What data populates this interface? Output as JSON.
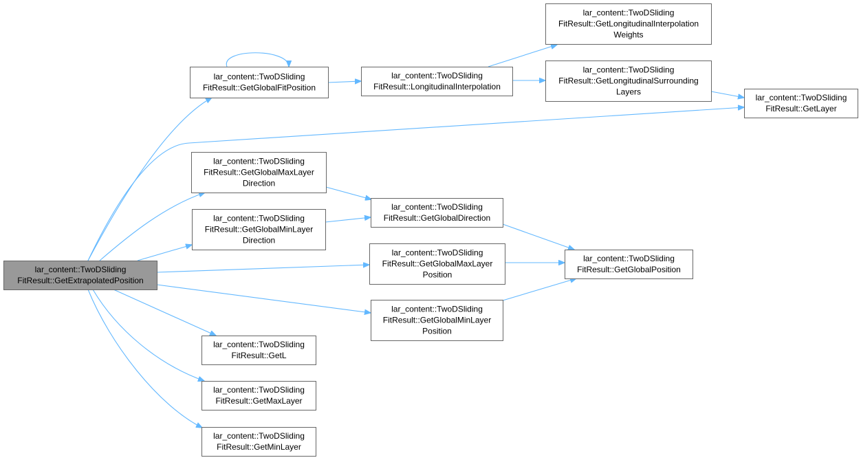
{
  "diagram": {
    "type": "call-graph",
    "root": "n_extrap",
    "colors": {
      "edge": "#63b8ff",
      "node_border": "#666666",
      "node_fill": "#ffffff",
      "current_node_fill": "#999999",
      "text": "#000000"
    },
    "nodes": [
      {
        "id": "n_extrap",
        "lines": [
          "lar_content::TwoDSliding",
          "FitResult::GetExtrapolatedPosition"
        ],
        "current": true
      },
      {
        "id": "n_gfp",
        "lines": [
          "lar_content::TwoDSliding",
          "FitResult::GetGlobalFitPosition"
        ]
      },
      {
        "id": "n_li",
        "lines": [
          "lar_content::TwoDSliding",
          "FitResult::LongitudinalInterpolation"
        ]
      },
      {
        "id": "n_liw",
        "lines": [
          "lar_content::TwoDSliding",
          "FitResult::GetLongitudinalInterpolation",
          "Weights"
        ]
      },
      {
        "id": "n_lsl",
        "lines": [
          "lar_content::TwoDSliding",
          "FitResult::GetLongitudinalSurrounding",
          "Layers"
        ]
      },
      {
        "id": "n_layer",
        "lines": [
          "lar_content::TwoDSliding",
          "FitResult::GetLayer"
        ]
      },
      {
        "id": "n_gmaxld",
        "lines": [
          "lar_content::TwoDSliding",
          "FitResult::GetGlobalMaxLayer",
          "Direction"
        ]
      },
      {
        "id": "n_gminld",
        "lines": [
          "lar_content::TwoDSliding",
          "FitResult::GetGlobalMinLayer",
          "Direction"
        ]
      },
      {
        "id": "n_gdir",
        "lines": [
          "lar_content::TwoDSliding",
          "FitResult::GetGlobalDirection"
        ]
      },
      {
        "id": "n_gmaxlp",
        "lines": [
          "lar_content::TwoDSliding",
          "FitResult::GetGlobalMaxLayer",
          "Position"
        ]
      },
      {
        "id": "n_gminlp",
        "lines": [
          "lar_content::TwoDSliding",
          "FitResult::GetGlobalMinLayer",
          "Position"
        ]
      },
      {
        "id": "n_gpos",
        "lines": [
          "lar_content::TwoDSliding",
          "FitResult::GetGlobalPosition"
        ]
      },
      {
        "id": "n_getl",
        "lines": [
          "lar_content::TwoDSliding",
          "FitResult::GetL"
        ]
      },
      {
        "id": "n_maxl",
        "lines": [
          "lar_content::TwoDSliding",
          "FitResult::GetMaxLayer"
        ]
      },
      {
        "id": "n_minl",
        "lines": [
          "lar_content::TwoDSliding",
          "FitResult::GetMinLayer"
        ]
      }
    ],
    "edges": [
      {
        "from": "n_extrap",
        "to": "n_gfp"
      },
      {
        "from": "n_gfp",
        "to": "n_gfp"
      },
      {
        "from": "n_gfp",
        "to": "n_li"
      },
      {
        "from": "n_li",
        "to": "n_liw"
      },
      {
        "from": "n_li",
        "to": "n_lsl"
      },
      {
        "from": "n_lsl",
        "to": "n_layer"
      },
      {
        "from": "n_extrap",
        "to": "n_layer"
      },
      {
        "from": "n_extrap",
        "to": "n_gmaxld"
      },
      {
        "from": "n_extrap",
        "to": "n_gminld"
      },
      {
        "from": "n_gmaxld",
        "to": "n_gdir"
      },
      {
        "from": "n_gminld",
        "to": "n_gdir"
      },
      {
        "from": "n_gdir",
        "to": "n_gpos"
      },
      {
        "from": "n_extrap",
        "to": "n_gmaxlp"
      },
      {
        "from": "n_gmaxlp",
        "to": "n_gpos"
      },
      {
        "from": "n_extrap",
        "to": "n_gminlp"
      },
      {
        "from": "n_gminlp",
        "to": "n_gpos"
      },
      {
        "from": "n_extrap",
        "to": "n_getl"
      },
      {
        "from": "n_extrap",
        "to": "n_maxl"
      },
      {
        "from": "n_extrap",
        "to": "n_minl"
      }
    ]
  }
}
